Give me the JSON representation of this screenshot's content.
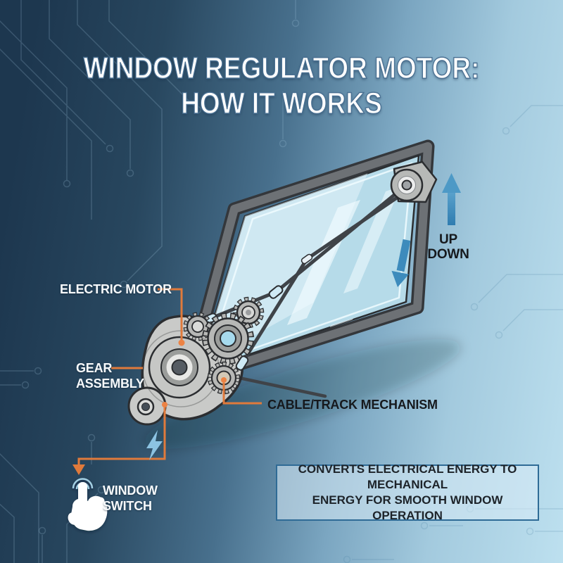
{
  "title": {
    "line1": "WINDOW REGULATOR MOTOR:",
    "line2": "HOW IT WORKS"
  },
  "labels": {
    "electric_motor": "ELECTRIC MOTOR",
    "gear_assembly_line1": "GEAR",
    "gear_assembly_line2": "ASSEMBLY",
    "cable_track": "CABLE/TRACK MECHANISM",
    "window_switch_line1": "WINDOW",
    "window_switch_line2": "SWITCH",
    "up": "UP",
    "down": "DOWN"
  },
  "info_box": {
    "line1": "CONVERTS ELECTRICAL ENERGY TO MECHANICAL",
    "line2": "ENERGY FOR SMOOTH WINDOW OPERATION"
  },
  "icons": {
    "window_switch": "pressing-hand-icon",
    "power": "lightning-bolt-icon",
    "up": "arrow-up-icon",
    "down": "arrow-down-icon",
    "pulley": "pulley-icon"
  },
  "colors": {
    "bg_dark": "#1e3850",
    "bg_light": "#bce0ef",
    "accent_orange": "#e07a3b",
    "arrow_blue": "#3d8bbc",
    "glass": "#b6dbe9",
    "frame_gray": "#6d7175",
    "label_light": "#f6fafc",
    "label_dark": "#16191d",
    "info_border": "#2f6b96"
  }
}
